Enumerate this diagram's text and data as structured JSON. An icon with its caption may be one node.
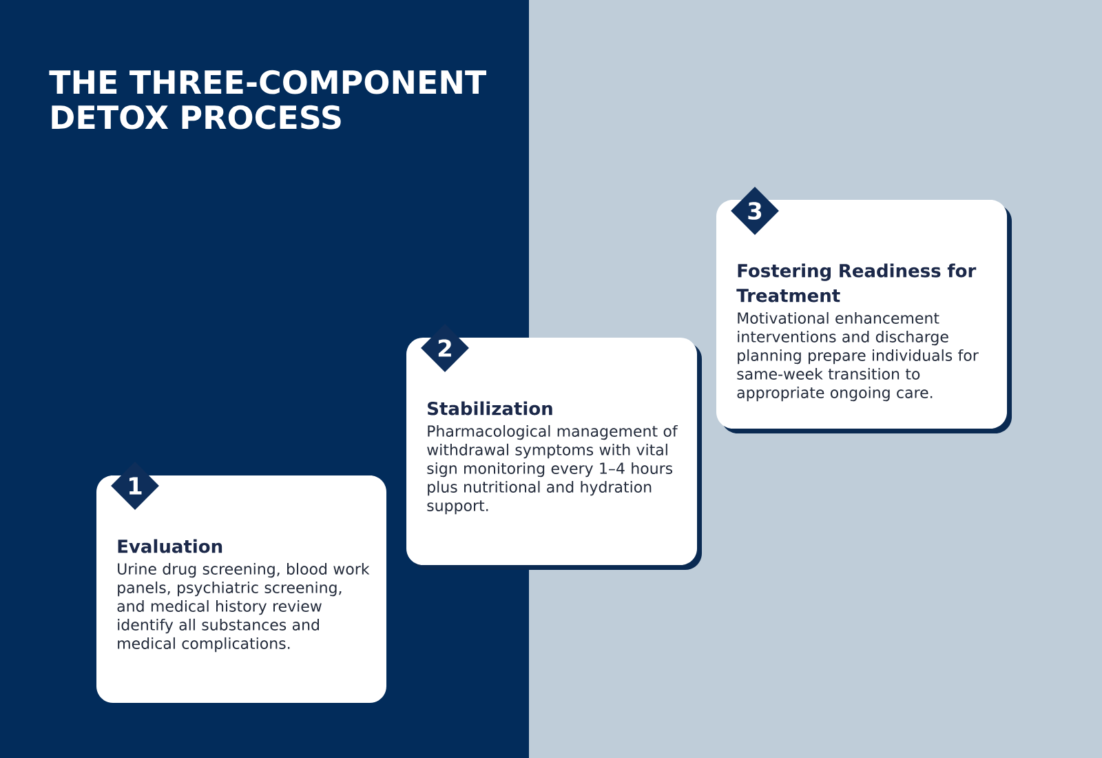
{
  "diagram": {
    "title": "THE THREE-COMPONENT DETOX PROCESS",
    "nodes": [
      {
        "text": [
          "1"
        ]
      },
      {
        "text": [
          "Evaluation",
          "Urine drug screening, blood work panels, psychiatric screening, and medical history review identify all substances and medical complications."
        ]
      },
      {
        "text": [
          "2"
        ]
      },
      {
        "text": [
          "Stabilization",
          "Pharmacological management of withdrawal symptoms with vital sign monitoring every 1–4 hours plus nutritional and hydration support."
        ]
      },
      {
        "text": [
          "3"
        ]
      },
      {
        "text": [
          "Fostering Readiness for Treatment",
          "Motivational enhancement interventions and discharge planning prepare individuals for same-week transition to appropriate ongoing care."
        ]
      }
    ]
  }
}
